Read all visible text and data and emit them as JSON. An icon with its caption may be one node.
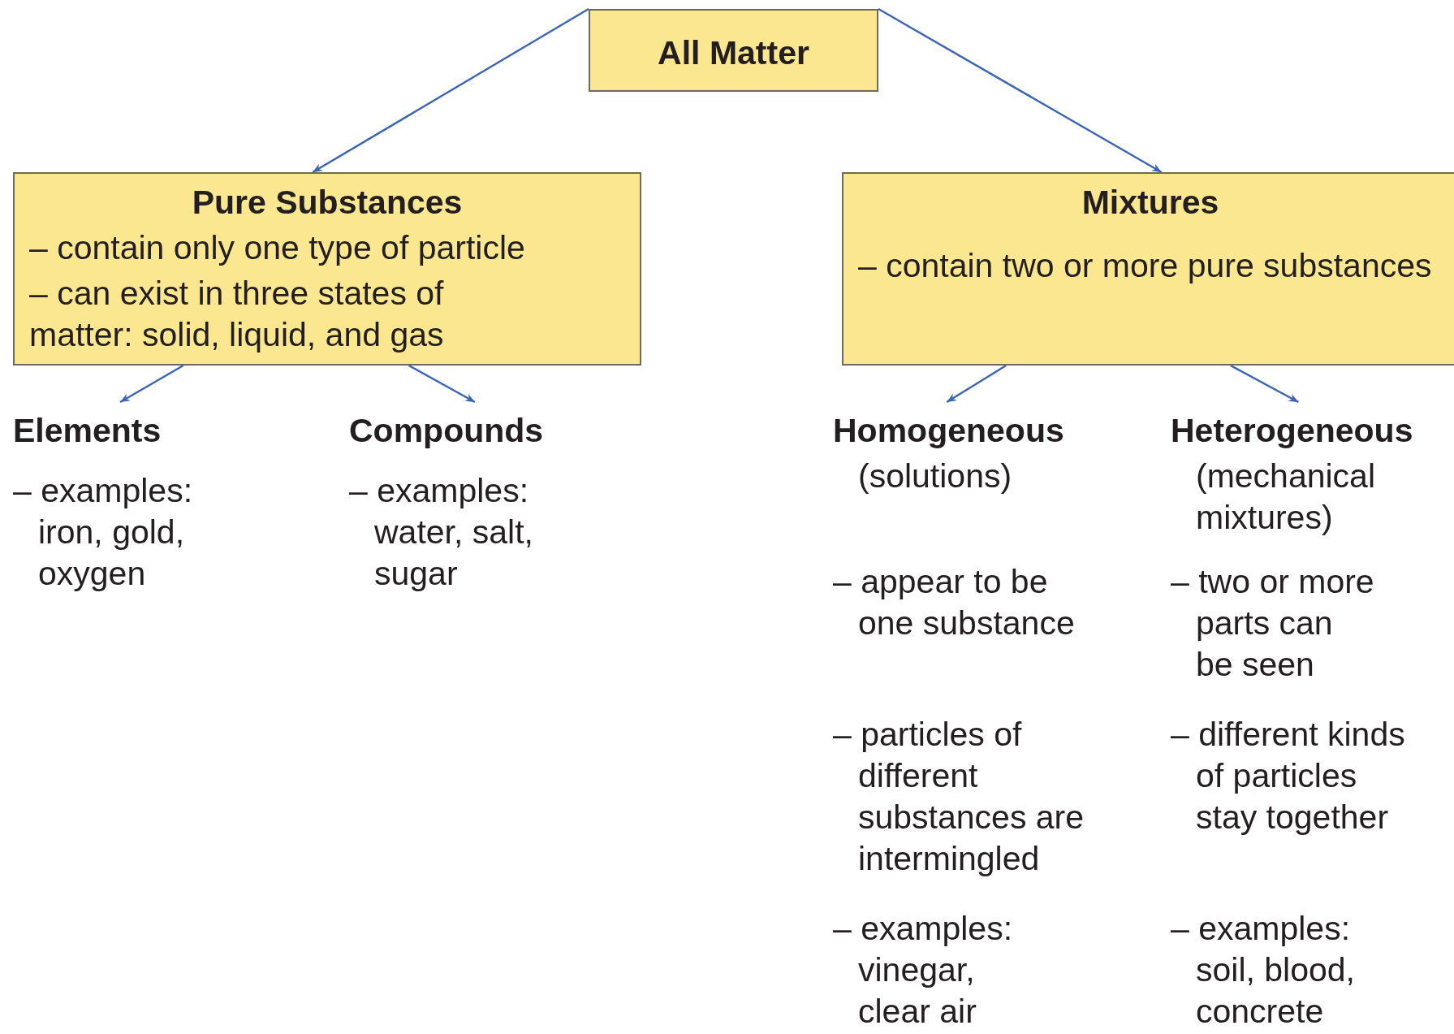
{
  "diagram": {
    "nodes": [
      {
        "text": [
          "All Matter"
        ]
      },
      {
        "text": [
          "Pure Substances",
          "– contain only one type of particle",
          "– can exist in three states of matter: solid, liquid, and gas"
        ]
      },
      {
        "text": [
          "Mixtures",
          "– contain two or more pure substances"
        ]
      },
      {
        "text": [
          "Elements",
          "– examples: iron, gold, oxygen"
        ]
      },
      {
        "text": [
          "Compounds",
          "– examples: water, salt, sugar"
        ]
      },
      {
        "text": [
          "Homogeneous",
          "(solutions)",
          "– appear to be one substance",
          "– particles of different substances are intermingled",
          "– examples: vinegar, clear air"
        ]
      },
      {
        "text": [
          "Heterogeneous",
          "(mechanical mixtures)",
          "– two or more parts can be seen",
          "– different kinds of particles stay together",
          "– examples: soil, blood, concrete"
        ]
      }
    ],
    "edges": [
      {
        "from": 0,
        "to": 1,
        "arrow": "to"
      },
      {
        "from": 0,
        "to": 2,
        "arrow": "to"
      },
      {
        "from": 1,
        "to": 3,
        "arrow": "to"
      },
      {
        "from": 1,
        "to": 4,
        "arrow": "to"
      },
      {
        "from": 2,
        "to": 5,
        "arrow": "to"
      },
      {
        "from": 2,
        "to": 6,
        "arrow": "to"
      }
    ]
  }
}
